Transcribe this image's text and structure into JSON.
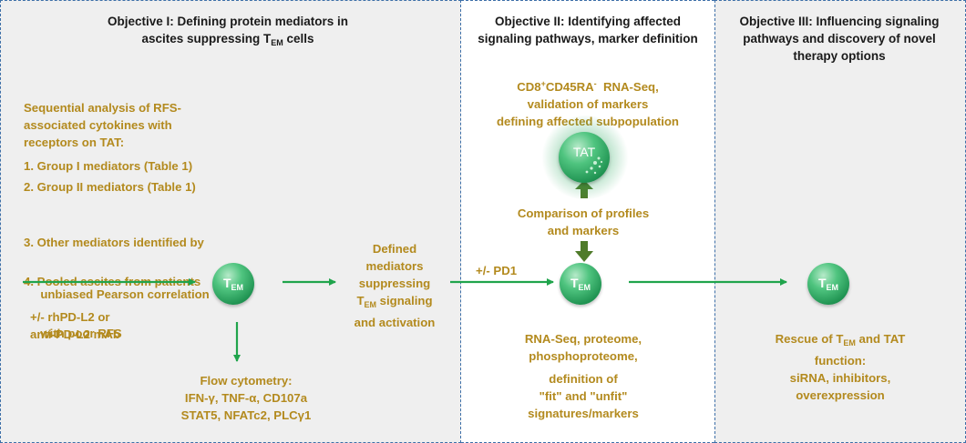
{
  "panels": {
    "objective1": {
      "heading": [
        "Objective I:  Defining protein mediators in",
        "ascites suppressing T",
        "EM",
        " cells"
      ]
    },
    "objective2": {
      "heading": [
        "Objective II: Identifying affected",
        "signaling pathways, marker definition"
      ]
    },
    "objective3": {
      "heading": [
        "Objective III: Influencing signaling",
        "pathways and discovery of  novel",
        "therapy options"
      ]
    }
  },
  "analysis": {
    "intro": [
      "Sequential analysis of RFS-",
      "associated cytokines with",
      "receptors on TAT:"
    ],
    "items": [
      [
        "1.  Group I mediators  (Table 1)"
      ],
      [
        "2.  Group II mediators (Table 1)"
      ],
      [
        "3.  Other mediators identified by",
        "     unbiased Pearson correlation"
      ],
      [
        "4.  Pooled ascites from patients",
        "     with poor RFS"
      ]
    ]
  },
  "treatment": [
    "+/- rhPD-L2 or",
    "anti-PD-L2 mAb"
  ],
  "flow": {
    "title": "Flow cytometry:",
    "lines": [
      "IFN-γ, TNF-α, CD107a",
      "STAT5, NFATc2, PLCγ1"
    ]
  },
  "defined": {
    "lines": [
      "Defined",
      "mediators",
      "suppressing"
    ],
    "signal_prefix": "T",
    "signal_sub": "EM",
    "signal_suffix": " signaling",
    "last": "and activation"
  },
  "pd1": "+/- PD1",
  "rnaseq_top": {
    "cd8": "CD8",
    "cd8_sup": "+",
    "cd45": "CD45RA",
    "cd45_sup": "-",
    "rest": "  RNA-Seq,",
    "lines": [
      "validation of markers",
      "defining affected subpopulation"
    ]
  },
  "comparison": [
    "Comparison of profiles",
    "and markers"
  ],
  "rnaseq_bottom": {
    "lines": [
      "RNA-Seq, proteome,",
      "phosphoproteome,"
    ],
    "definition": [
      "definition of",
      "\"fit\" and \"unfit\"",
      "signatures/markers"
    ]
  },
  "rescue": {
    "prefix": "Rescue of T",
    "sub": "EM",
    "suffix": " and TAT",
    "lines": [
      "function:",
      "siRNA, inhibitors,",
      "overexpression"
    ]
  },
  "cells": {
    "tem_label": "T",
    "tem_sub": "EM",
    "tat_label": "TAT"
  },
  "colors": {
    "gold_text": "#b38a1e",
    "arrow_green": "#20a44c",
    "panel_border": "#3d6fa8",
    "panel_fill": "#efefef",
    "block_arrow": "#4f7b2a"
  }
}
